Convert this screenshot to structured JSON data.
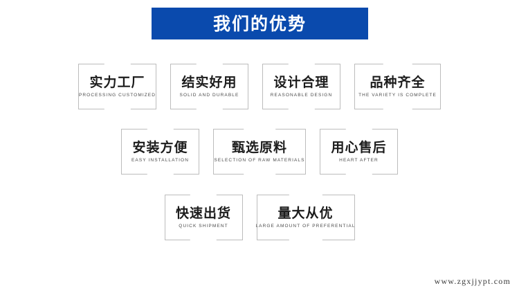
{
  "banner": {
    "title": "我们的优势",
    "bg_color": "#0a4aad",
    "text_color": "#ffffff"
  },
  "frame_color": "#bcbcbc",
  "rows": [
    {
      "boxes": [
        {
          "cn": "实力工厂",
          "en": "PROCESSING CUSTOMIZED",
          "width": 113
        },
        {
          "cn": "结实好用",
          "en": "SOLID AND DURABLE",
          "width": 113
        },
        {
          "cn": "设计合理",
          "en": "REASONABLE DESIGN",
          "width": 113
        },
        {
          "cn": "品种齐全",
          "en": "THE VARIETY IS COMPLETE",
          "width": 125
        }
      ]
    },
    {
      "boxes": [
        {
          "cn": "安装方便",
          "en": "EASY INSTALLATION",
          "width": 113
        },
        {
          "cn": "甄选原料",
          "en": "SELECTION OF RAW MATERIALS",
          "width": 134
        },
        {
          "cn": "用心售后",
          "en": "HEART AFTER",
          "width": 113
        }
      ]
    },
    {
      "boxes": [
        {
          "cn": "快速出货",
          "en": "QUICK SHIPMENT",
          "width": 113
        },
        {
          "cn": "量大从优",
          "en": "LARGE AMOUNT OF PREFERENTIAL",
          "width": 142
        }
      ]
    }
  ],
  "watermark": {
    "text": "www.zgxjjypt.com"
  }
}
